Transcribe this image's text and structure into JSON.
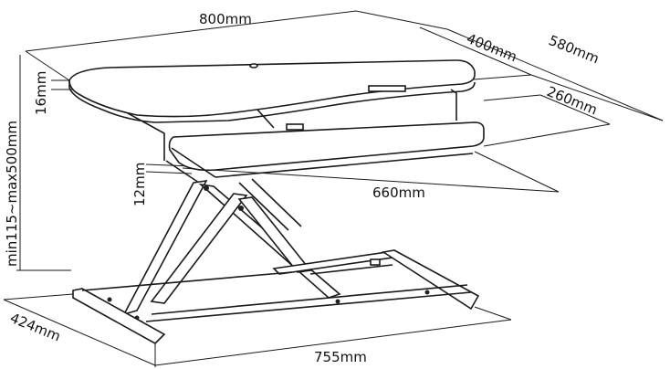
{
  "dimensions": {
    "top_width": "800mm",
    "top_depth": "400mm",
    "overall_depth": "580mm",
    "keyboard_depth": "260mm",
    "top_thickness": "16mm",
    "height_range": "min115~max500mm",
    "keyboard_thickness": "12mm",
    "keyboard_width": "660mm",
    "base_depth": "424mm",
    "base_width": "755mm"
  },
  "colors": {
    "line": "#1a1a1a",
    "background": "#ffffff"
  }
}
